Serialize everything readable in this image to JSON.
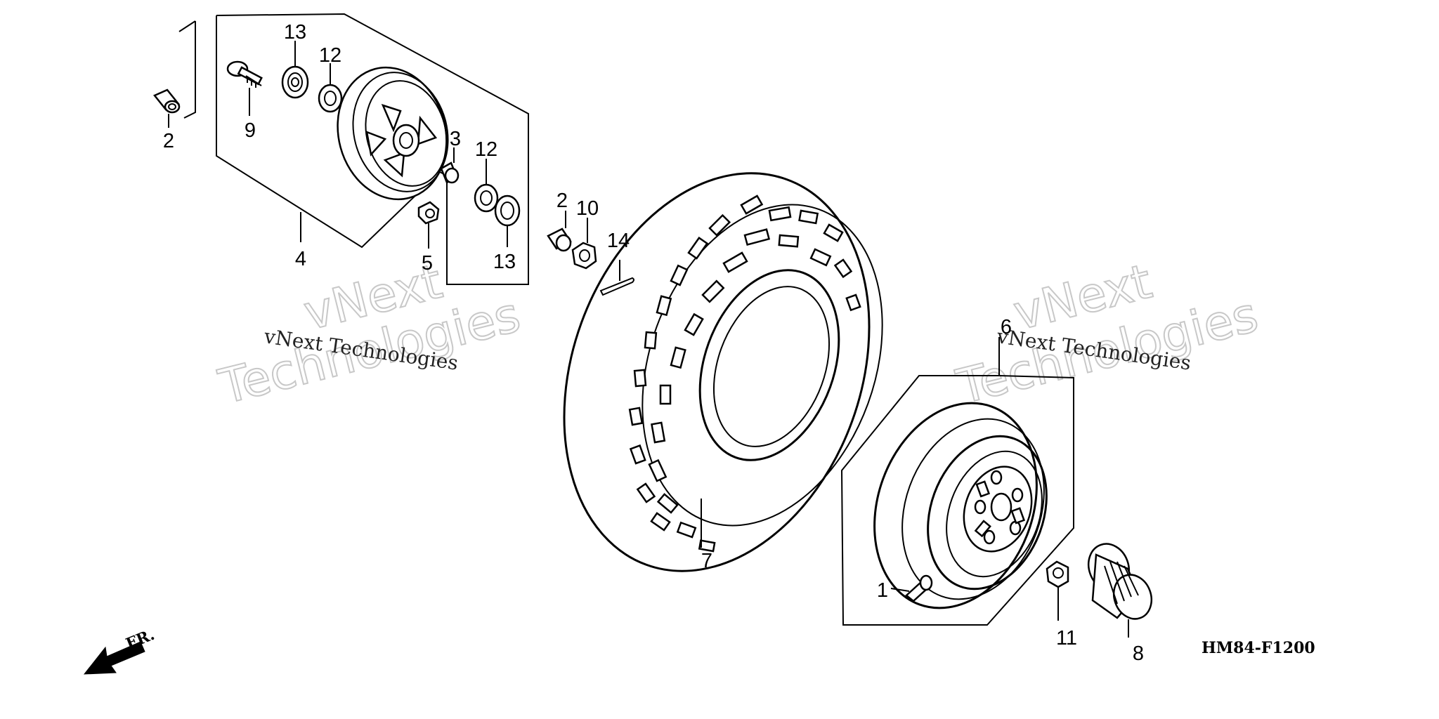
{
  "callouts": {
    "c1": "1",
    "c2a": "2",
    "c2b": "2",
    "c3": "3",
    "c4": "4",
    "c5": "5",
    "c6": "6",
    "c7": "7",
    "c8": "8",
    "c9": "9",
    "c10": "10",
    "c11": "11",
    "c12a": "12",
    "c12b": "12",
    "c13a": "13",
    "c13b": "13",
    "c14": "14"
  },
  "diagram_code": "HM84-F1200",
  "front_marker": "FR.",
  "watermarks": {
    "left_small": "vNext Technologies",
    "left_big_1": "vNext",
    "left_big_2": "Technologies",
    "right_small": "vNext Technologies",
    "right_big_1": "vNext",
    "right_big_2": "Technologies"
  }
}
